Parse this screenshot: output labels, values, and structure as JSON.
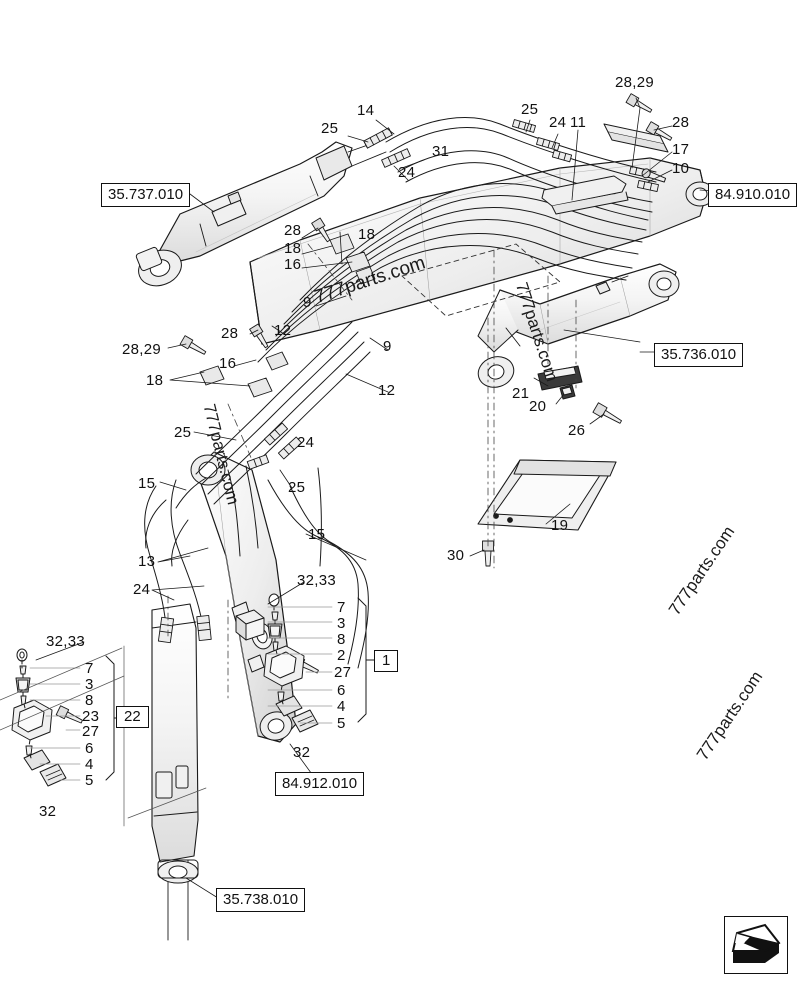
{
  "diagram": {
    "title": "Excavator boom and arm hydraulic lines exploded parts diagram",
    "background_color": "#ffffff",
    "line_color": "#1a1a1a",
    "fill_color": "#f2f2f2",
    "watermark_text": "777parts.com"
  },
  "reference_boxes": [
    {
      "id": "ref-35-737-010",
      "label": "35.737.010"
    },
    {
      "id": "ref-84-910-010",
      "label": "84.910.010"
    },
    {
      "id": "ref-35-736-010",
      "label": "35.736.010"
    },
    {
      "id": "ref-84-912-010",
      "label": "84.912.010"
    },
    {
      "id": "ref-35-738-010",
      "label": "35.738.010"
    }
  ],
  "group_boxes": [
    {
      "id": "group-1",
      "label": "1"
    },
    {
      "id": "group-22",
      "label": "22"
    }
  ],
  "callouts": [
    {
      "id": "c-14",
      "label": "14"
    },
    {
      "id": "c-25-a",
      "label": "25"
    },
    {
      "id": "c-31",
      "label": "31"
    },
    {
      "id": "c-24-a",
      "label": "24"
    },
    {
      "id": "c-25-b",
      "label": "25"
    },
    {
      "id": "c-24-b",
      "label": "24"
    },
    {
      "id": "c-11",
      "label": "11"
    },
    {
      "id": "c-28-29-a",
      "label": "28,29"
    },
    {
      "id": "c-28-a",
      "label": "28"
    },
    {
      "id": "c-17",
      "label": "17"
    },
    {
      "id": "c-10",
      "label": "10"
    },
    {
      "id": "c-28-b",
      "label": "28"
    },
    {
      "id": "c-18-a",
      "label": "18"
    },
    {
      "id": "c-16-a",
      "label": "16"
    },
    {
      "id": "c-18-b",
      "label": "18"
    },
    {
      "id": "c-9-a",
      "label": "9"
    },
    {
      "id": "c-9-b",
      "label": "9"
    },
    {
      "id": "c-12-a",
      "label": "12"
    },
    {
      "id": "c-12-b",
      "label": "12"
    },
    {
      "id": "c-28-c",
      "label": "28"
    },
    {
      "id": "c-28-29-b",
      "label": "28,29"
    },
    {
      "id": "c-16-b",
      "label": "16"
    },
    {
      "id": "c-18-c",
      "label": "18"
    },
    {
      "id": "c-25-c",
      "label": "25"
    },
    {
      "id": "c-25-d",
      "label": "25"
    },
    {
      "id": "c-24-c",
      "label": "24"
    },
    {
      "id": "c-15-a",
      "label": "15"
    },
    {
      "id": "c-15-b",
      "label": "15"
    },
    {
      "id": "c-13",
      "label": "13"
    },
    {
      "id": "c-24-d",
      "label": "24"
    },
    {
      "id": "c-21",
      "label": "21"
    },
    {
      "id": "c-20",
      "label": "20"
    },
    {
      "id": "c-26",
      "label": "26"
    },
    {
      "id": "c-19",
      "label": "19"
    },
    {
      "id": "c-30",
      "label": "30"
    },
    {
      "id": "c-32-33-right",
      "label": "32,33"
    },
    {
      "id": "c-32-33-left",
      "label": "32,33"
    },
    {
      "id": "c-32-right",
      "label": "32"
    },
    {
      "id": "c-32-left",
      "label": "32"
    }
  ],
  "stack_right": {
    "header": "32,33",
    "bracket_label": "1",
    "items": [
      "7",
      "3",
      "8",
      "2",
      "27",
      "6",
      "4",
      "5"
    ],
    "footer": "32"
  },
  "stack_left": {
    "header": "32,33",
    "bracket_label": "22",
    "items": [
      "7",
      "3",
      "8",
      "23",
      "27",
      "6",
      "4",
      "5"
    ],
    "footer": "32"
  },
  "watermarks": [
    {
      "id": "wm-1",
      "text": "777parts.com"
    },
    {
      "id": "wm-2",
      "text": "777parts.com"
    },
    {
      "id": "wm-3",
      "text": "777parts.com"
    },
    {
      "id": "wm-4",
      "text": "777parts.com"
    },
    {
      "id": "wm-5",
      "text": "777parts.com"
    }
  ],
  "orientation_icon": {
    "id": "bucket-orientation-icon",
    "name": "bucket-icon"
  }
}
